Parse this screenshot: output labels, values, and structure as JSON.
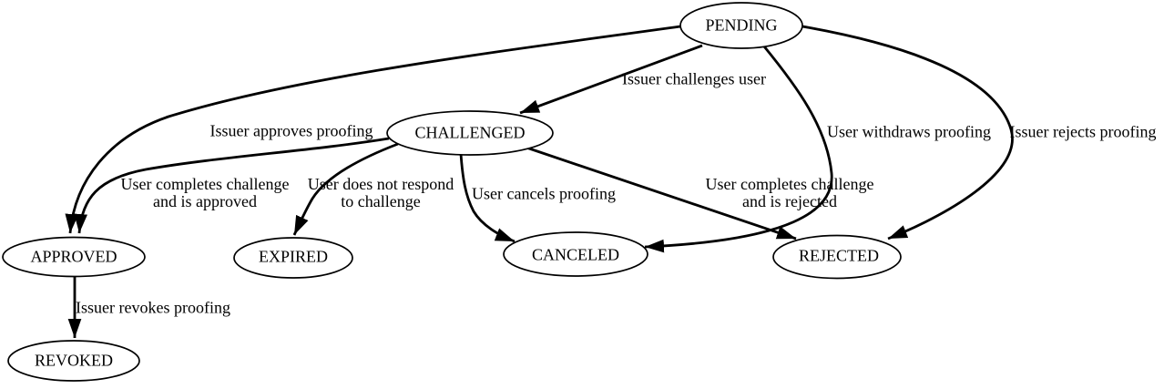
{
  "diagram": {
    "kind": "state-machine-graph",
    "colors": {
      "background": "#ffffff",
      "node_fill": "#ffffff",
      "line": "#000000",
      "text": "#000000"
    },
    "nodes": [
      {
        "id": "pending",
        "label": "PENDING"
      },
      {
        "id": "challenged",
        "label": "CHALLENGED"
      },
      {
        "id": "approved",
        "label": "APPROVED"
      },
      {
        "id": "expired",
        "label": "EXPIRED"
      },
      {
        "id": "canceled",
        "label": "CANCELED"
      },
      {
        "id": "rejected",
        "label": "REJECTED"
      },
      {
        "id": "revoked",
        "label": "REVOKED"
      }
    ],
    "edges": [
      {
        "from": "PENDING",
        "to": "CHALLENGED",
        "label": "Issuer challenges user",
        "label_lines": [
          "Issuer challenges user"
        ]
      },
      {
        "from": "PENDING",
        "to": "APPROVED",
        "label": "Issuer approves proofing",
        "label_lines": [
          "Issuer approves proofing"
        ]
      },
      {
        "from": "PENDING",
        "to": "CANCELED",
        "label": "User withdraws proofing",
        "label_lines": [
          "User withdraws proofing"
        ]
      },
      {
        "from": "PENDING",
        "to": "REJECTED",
        "label": "Issuer rejects proofing",
        "label_lines": [
          "Issuer rejects proofing"
        ]
      },
      {
        "from": "CHALLENGED",
        "to": "APPROVED",
        "label": "User completes challenge and is approved",
        "label_lines": [
          "User completes challenge",
          "and is approved"
        ]
      },
      {
        "from": "CHALLENGED",
        "to": "EXPIRED",
        "label": "User does not respond to challenge",
        "label_lines": [
          "User does not respond",
          "to challenge"
        ]
      },
      {
        "from": "CHALLENGED",
        "to": "CANCELED",
        "label": "User cancels proofing",
        "label_lines": [
          "User cancels proofing"
        ]
      },
      {
        "from": "CHALLENGED",
        "to": "REJECTED",
        "label": "User completes challenge and is rejected",
        "label_lines": [
          "User completes challenge",
          "and is rejected"
        ]
      },
      {
        "from": "APPROVED",
        "to": "REVOKED",
        "label": "Issuer revokes proofing",
        "label_lines": [
          "Issuer revokes proofing"
        ]
      }
    ]
  }
}
